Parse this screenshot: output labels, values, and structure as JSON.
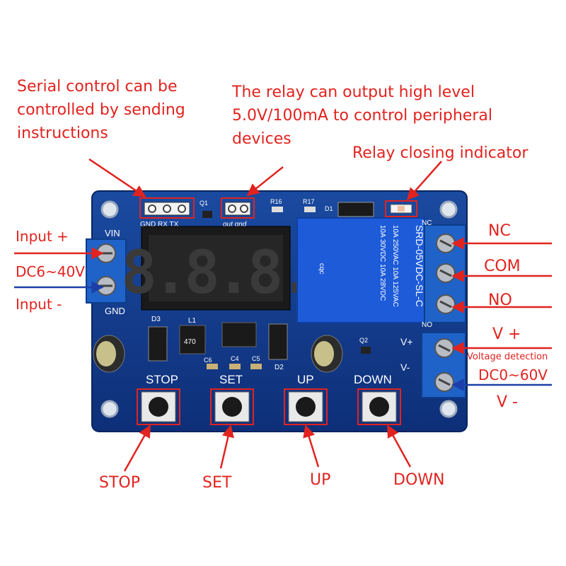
{
  "callouts": {
    "serial": "Serial control can be controlled by sending instructions",
    "serial_lines": [
      "Serial control can be",
      "controlled by sending",
      "instructions"
    ],
    "relay_output_lines": [
      "The relay can output high level",
      "5.0V/100mA to control peripheral",
      "devices"
    ],
    "relay_indicator": "Relay closing indicator",
    "input_plus": "Input +",
    "input_range": "DC6~40V",
    "input_minus": "Input -",
    "nc": "NC",
    "com": "COM",
    "no": "NO",
    "v_plus": "V +",
    "voltage_detection": "Voltage detection",
    "detect_range": "DC0~60V",
    "v_minus": "V -",
    "btn_stop": "STOP",
    "btn_set": "SET",
    "btn_up": "UP",
    "btn_down": "DOWN"
  },
  "board": {
    "vin": "VIN",
    "gnd": "GND",
    "serial_pins": "GND RX TX",
    "out_pins": "out gnd",
    "q1": "Q1",
    "q2": "Q2",
    "r16": "R16",
    "r17": "R17",
    "d1": "D1",
    "d2": "D2",
    "d3": "D3",
    "l1": "L1",
    "c4": "C4",
    "c5": "C5",
    "c6": "C6",
    "inductor": "470",
    "relay_model": "SRD-05VDC-SL-C",
    "relay_spec1": "10A 250VAC  10A 125VAC",
    "relay_spec2": "10A 30VDC  10A 28VDC",
    "relay_brand": "cqc",
    "nc_silk": "NC",
    "no_silk": "NO",
    "vplus_silk": "V+",
    "vminus_silk": "V-",
    "display": "8.8.8.",
    "stop_silk": "STOP",
    "set_silk": "SET",
    "up_silk": "UP",
    "down_silk": "DOWN"
  },
  "colors": {
    "annotation": "#e1231f",
    "arrow_blue": "#1b3ea8",
    "pcb": "#123a8c",
    "terminal": "#1f62c8",
    "relay": "#1d5bd8"
  }
}
